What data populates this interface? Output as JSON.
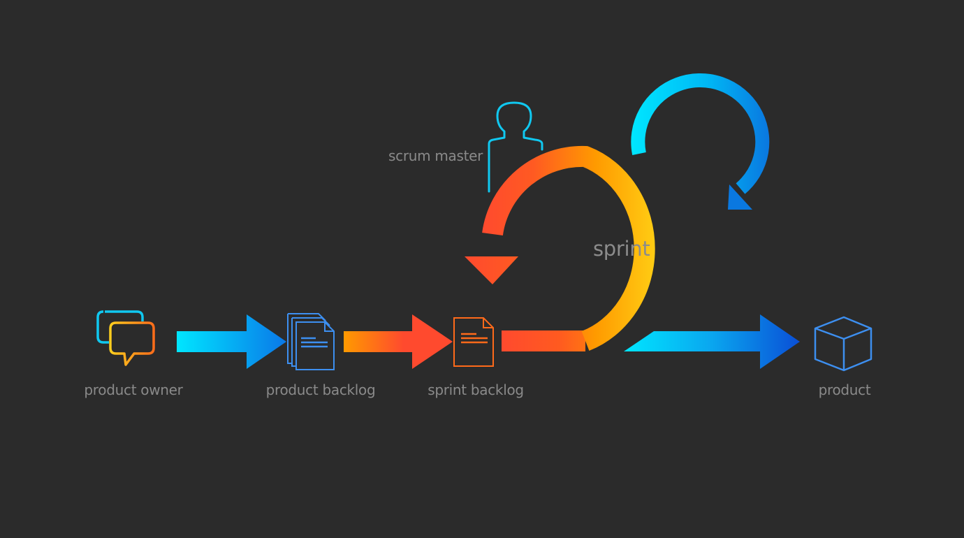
{
  "labels": {
    "product_owner": "product owner",
    "product_backlog": "product backlog",
    "sprint_backlog": "sprint backlog",
    "product": "product",
    "scrum_master": "scrum master",
    "sprint": "sprint"
  },
  "icons": {
    "product_owner": "chat-bubbles-icon",
    "product_backlog": "document-stack-icon",
    "sprint_backlog": "document-icon",
    "product": "cube-icon",
    "scrum_master": "person-icon"
  },
  "colors": {
    "background": "#2b2b2b",
    "label": "#8a8a8a",
    "cyan": "#00e0ff",
    "blue": "#0a5fe0",
    "red": "#ff4a2e",
    "orange": "#ff8c00",
    "yellow": "#ffe81e",
    "doc_blue": "#3d8ff0",
    "doc_orange": "#ff6a1a"
  }
}
